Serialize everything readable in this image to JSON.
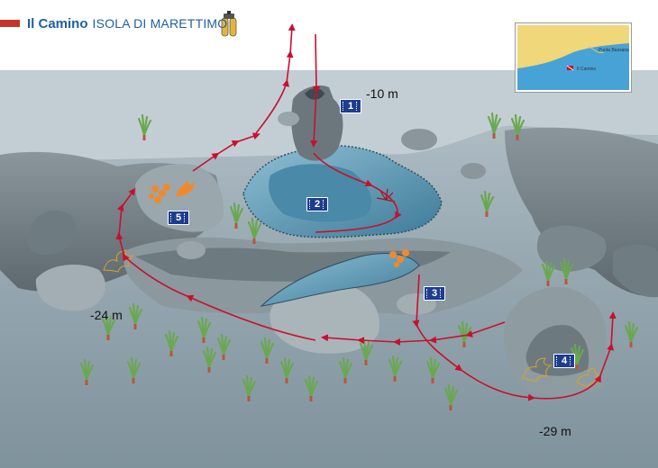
{
  "header": {
    "title": "Il Camino",
    "subtitle": "ISOLA DI MARETTIMO",
    "icon": "scuba-tanks-icon"
  },
  "inset_map": {
    "place_label": "Punta Bassana",
    "site_label": "Il Camino"
  },
  "depths": {
    "top": "-10 m",
    "left": "-24 m",
    "bottom": "-29 m"
  },
  "waypoints": [
    "1",
    "2",
    "3",
    "4",
    "5"
  ],
  "colors": {
    "route": "#c8102e",
    "waypoint_badge": "#1d3d8f",
    "header_text": "#1f5f9e",
    "header_bar": "#c8342a",
    "sea_floor": "#8ea1ab",
    "cave_water": "#5d98b3",
    "sea_grass": "#6aa84f",
    "orange_sponge": "#ef8a2c"
  }
}
